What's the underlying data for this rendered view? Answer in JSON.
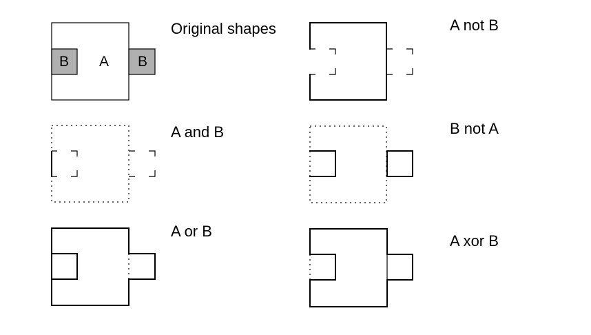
{
  "panels": {
    "original": {
      "caption": "Original shapes",
      "label_a": "A",
      "label_b_left": "B",
      "label_b_right": "B"
    },
    "a_not_b": {
      "caption": "A not B"
    },
    "a_and_b": {
      "caption": "A and B"
    },
    "b_not_a": {
      "caption": "B not A"
    },
    "a_or_b": {
      "caption": "A or B"
    },
    "a_xor_b": {
      "caption": "A xor B"
    }
  },
  "colors": {
    "stroke": "#000000",
    "shape_b_fill": "#b0b0b0",
    "background": "#ffffff"
  }
}
